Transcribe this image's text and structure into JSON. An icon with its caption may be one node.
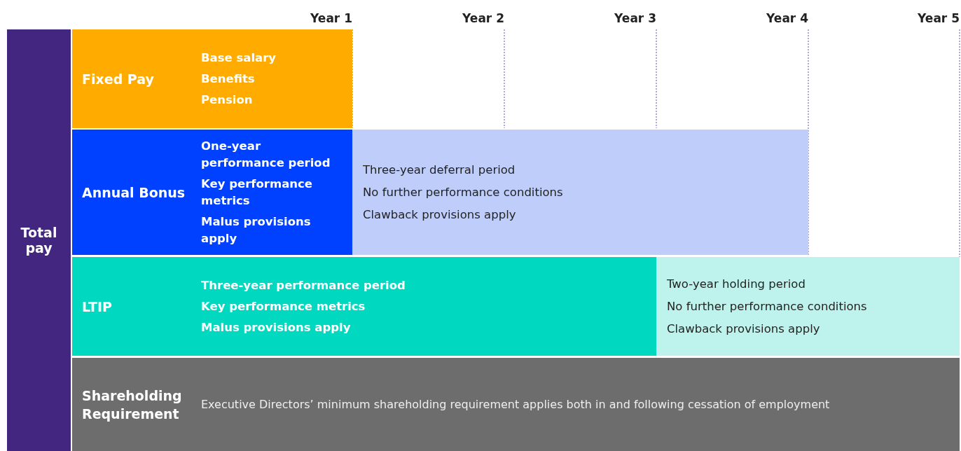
{
  "diagram": {
    "nodes": [
      {
        "text": [
          "Total pay"
        ]
      },
      {
        "text": [
          "Fixed Pay",
          "Base salary",
          "Benefits",
          "Pension"
        ]
      },
      {
        "text": [
          "Annual Bonus",
          "One-year performance period",
          "Key performance metrics",
          "Malus provisions apply"
        ]
      },
      {
        "text": [
          "Three-year deferral period",
          "No further performance conditions",
          "Clawback provisions apply"
        ]
      },
      {
        "text": [
          "LTIP",
          "Three-year performance period",
          "Key performance metrics",
          "Malus provisions apply"
        ]
      },
      {
        "text": [
          "Two-year holding period",
          "No further performance conditions",
          "Clawback provisions apply"
        ]
      },
      {
        "text": [
          "Shareholding Requirement",
          "Executive Directors’ minimum shareholding requirement applies both in and following cessation of employment"
        ]
      }
    ],
    "labels": [
      "Year 1",
      "Year 2",
      "Year 3",
      "Year 4",
      "Year 5"
    ]
  }
}
